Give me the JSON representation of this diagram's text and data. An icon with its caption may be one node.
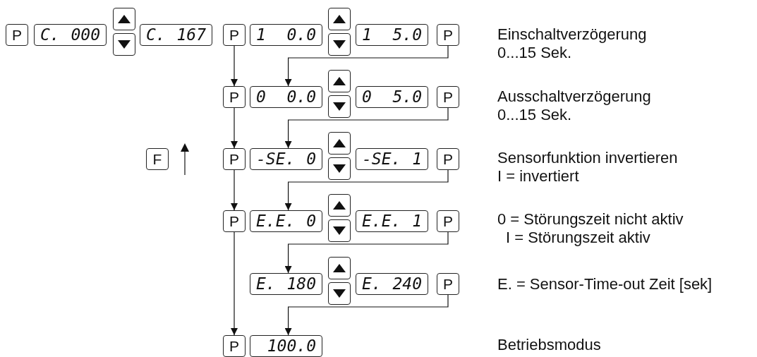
{
  "diagram": {
    "nodes": [
      {
        "text": [
          "P"
        ]
      },
      {
        "text": [
          "C. 000"
        ]
      },
      {
        "text": [],
        "shape": "box"
      },
      {
        "text": [],
        "shape": "box"
      },
      {
        "text": [
          "C. 167"
        ]
      },
      {
        "text": [
          "P"
        ]
      },
      {
        "text": [
          "1 0.0"
        ]
      },
      {
        "text": [],
        "shape": "box"
      },
      {
        "text": [],
        "shape": "box"
      },
      {
        "text": [
          "1 5.0"
        ]
      },
      {
        "text": [
          "P"
        ]
      },
      {
        "text": [
          "P"
        ]
      },
      {
        "text": [
          "0 0.0"
        ]
      },
      {
        "text": [],
        "shape": "box"
      },
      {
        "text": [],
        "shape": "box"
      },
      {
        "text": [
          "0 5.0"
        ]
      },
      {
        "text": [
          "P"
        ]
      },
      {
        "text": [
          "F"
        ]
      },
      {
        "text": [
          "P"
        ]
      },
      {
        "text": [
          "-SE. 0"
        ]
      },
      {
        "text": [],
        "shape": "box"
      },
      {
        "text": [],
        "shape": "box"
      },
      {
        "text": [
          "-SE. 1"
        ]
      },
      {
        "text": [
          "P"
        ]
      },
      {
        "text": [
          "P"
        ]
      },
      {
        "text": [
          "E.E. 0"
        ]
      },
      {
        "text": [],
        "shape": "box"
      },
      {
        "text": [],
        "shape": "box"
      },
      {
        "text": [
          "E.E. 1"
        ]
      },
      {
        "text": [
          "P"
        ]
      },
      {
        "text": [
          "E. 180"
        ]
      },
      {
        "text": [],
        "shape": "box"
      },
      {
        "text": [],
        "shape": "box"
      },
      {
        "text": [
          "E. 240"
        ]
      },
      {
        "text": [
          "P"
        ]
      },
      {
        "text": [
          "P"
        ]
      },
      {
        "text": [
          "100.0"
        ]
      }
    ],
    "edges": [
      {
        "from": 5,
        "to": 11,
        "arrow": "to"
      },
      {
        "from": 10,
        "to": 12,
        "arrow": "to"
      },
      {
        "from": 11,
        "to": 18,
        "arrow": "to"
      },
      {
        "from": 16,
        "to": 19,
        "arrow": "to"
      },
      {
        "from": 18,
        "to": 24,
        "arrow": "to"
      },
      {
        "from": 23,
        "to": 25,
        "arrow": "to"
      },
      {
        "from": 24,
        "to": 35,
        "arrow": "to"
      },
      {
        "from": 29,
        "to": 30,
        "arrow": "to"
      },
      {
        "from": 34,
        "to": 36,
        "arrow": "to"
      }
    ],
    "labels": [
      "Einschaltverzögerung",
      "0...15 Sek.",
      "Ausschaltverzögerung",
      "0...15 Sek.",
      "Sensorfunktion invertieren",
      "I = invertiert",
      "0 = Störungszeit nicht aktiv",
      "I = Störungszeit aktiv",
      "E. = Sensor-Time-out Zeit [sek]",
      "Betriebsmodus"
    ]
  }
}
